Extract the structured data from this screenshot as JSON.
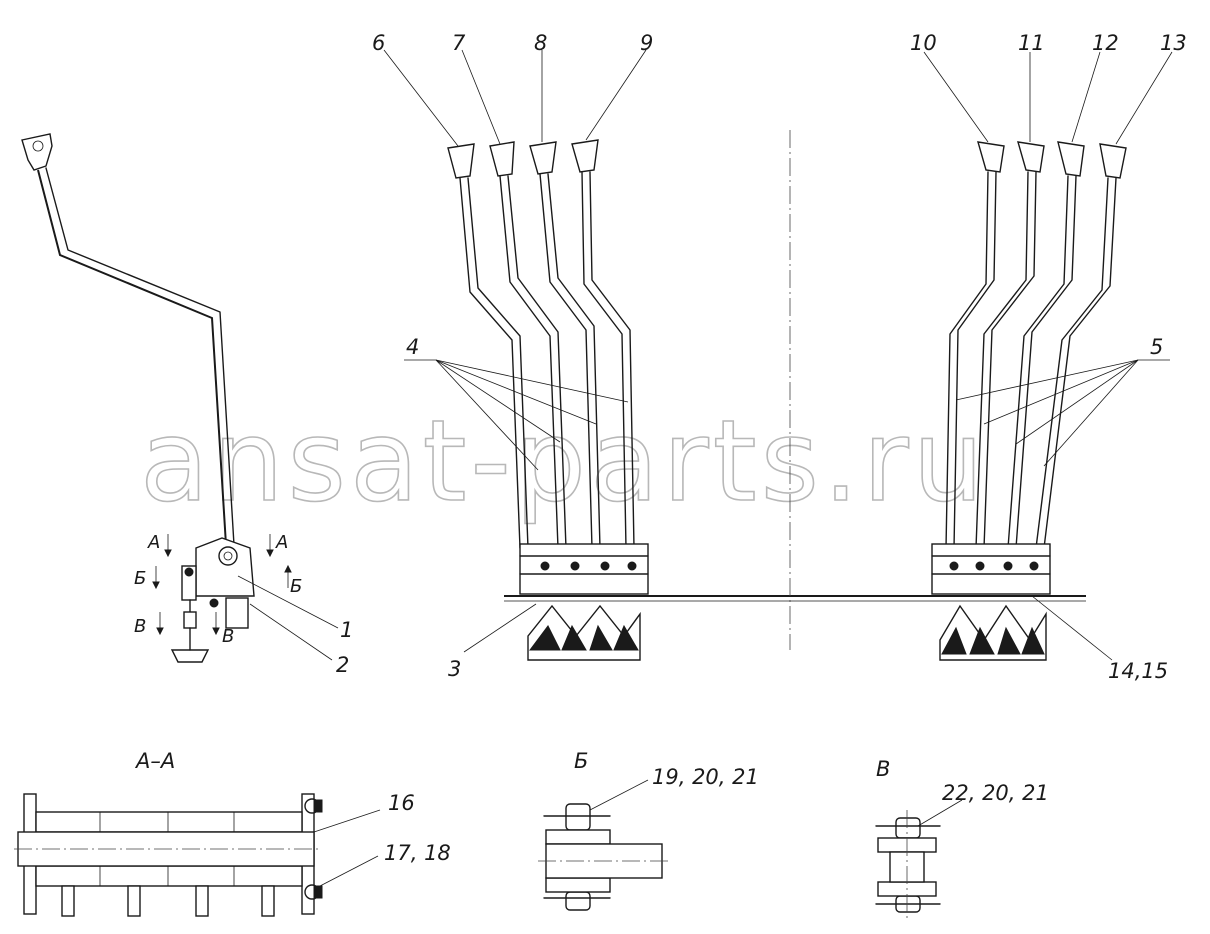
{
  "watermark": "ansat-parts.ru",
  "callouts": {
    "c1": "1",
    "c2": "2",
    "c3": "3",
    "c4": "4",
    "c5": "5",
    "c6": "6",
    "c7": "7",
    "c8": "8",
    "c9": "9",
    "c10": "10",
    "c11": "11",
    "c12": "12",
    "c13": "13",
    "c14_15": "14,15",
    "c16": "16",
    "c17_18": "17, 18",
    "c19_20_21": "19, 20, 21",
    "c22_20_21": "22, 20, 21"
  },
  "section_marks": {
    "a": "А",
    "b": "Б",
    "v": "В"
  },
  "section_titles": {
    "aa": "А–А",
    "b": "Б",
    "v": "В"
  }
}
